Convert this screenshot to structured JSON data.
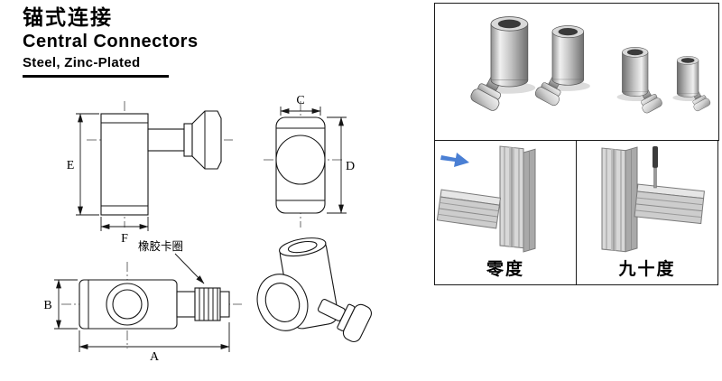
{
  "page": {
    "title_cn": "锚式连接",
    "title_en": "Central Connectors",
    "subtitle": "Steel, Zinc-Plated"
  },
  "dimensions": {
    "e": "E",
    "f": "F",
    "c": "C",
    "d": "D",
    "b": "B",
    "a": "A"
  },
  "callouts": {
    "rubber_ring": "橡胶卡圈"
  },
  "application_panels": {
    "zero": "零度",
    "ninety": "九十度"
  },
  "colors": {
    "line": "#151515",
    "arrow_blue": "#4a7fd4",
    "metal_light": "#f0f0f0",
    "metal_dark": "#6f6f6f"
  }
}
